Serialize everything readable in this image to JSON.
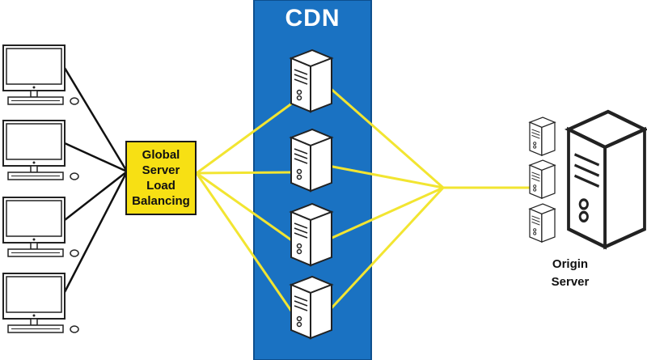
{
  "cdn": {
    "title": "CDN",
    "color": "#1a72c2"
  },
  "gslb": {
    "label": "Global\nServer\nLoad\nBalancing",
    "color": "#f7e014"
  },
  "origin": {
    "label": "Origin\nServer"
  },
  "link_color": "#f2e531",
  "icons": {
    "client": "desktop-computer-icon",
    "edge_server": "server-tower-icon",
    "origin_server": "server-tower-icon"
  }
}
